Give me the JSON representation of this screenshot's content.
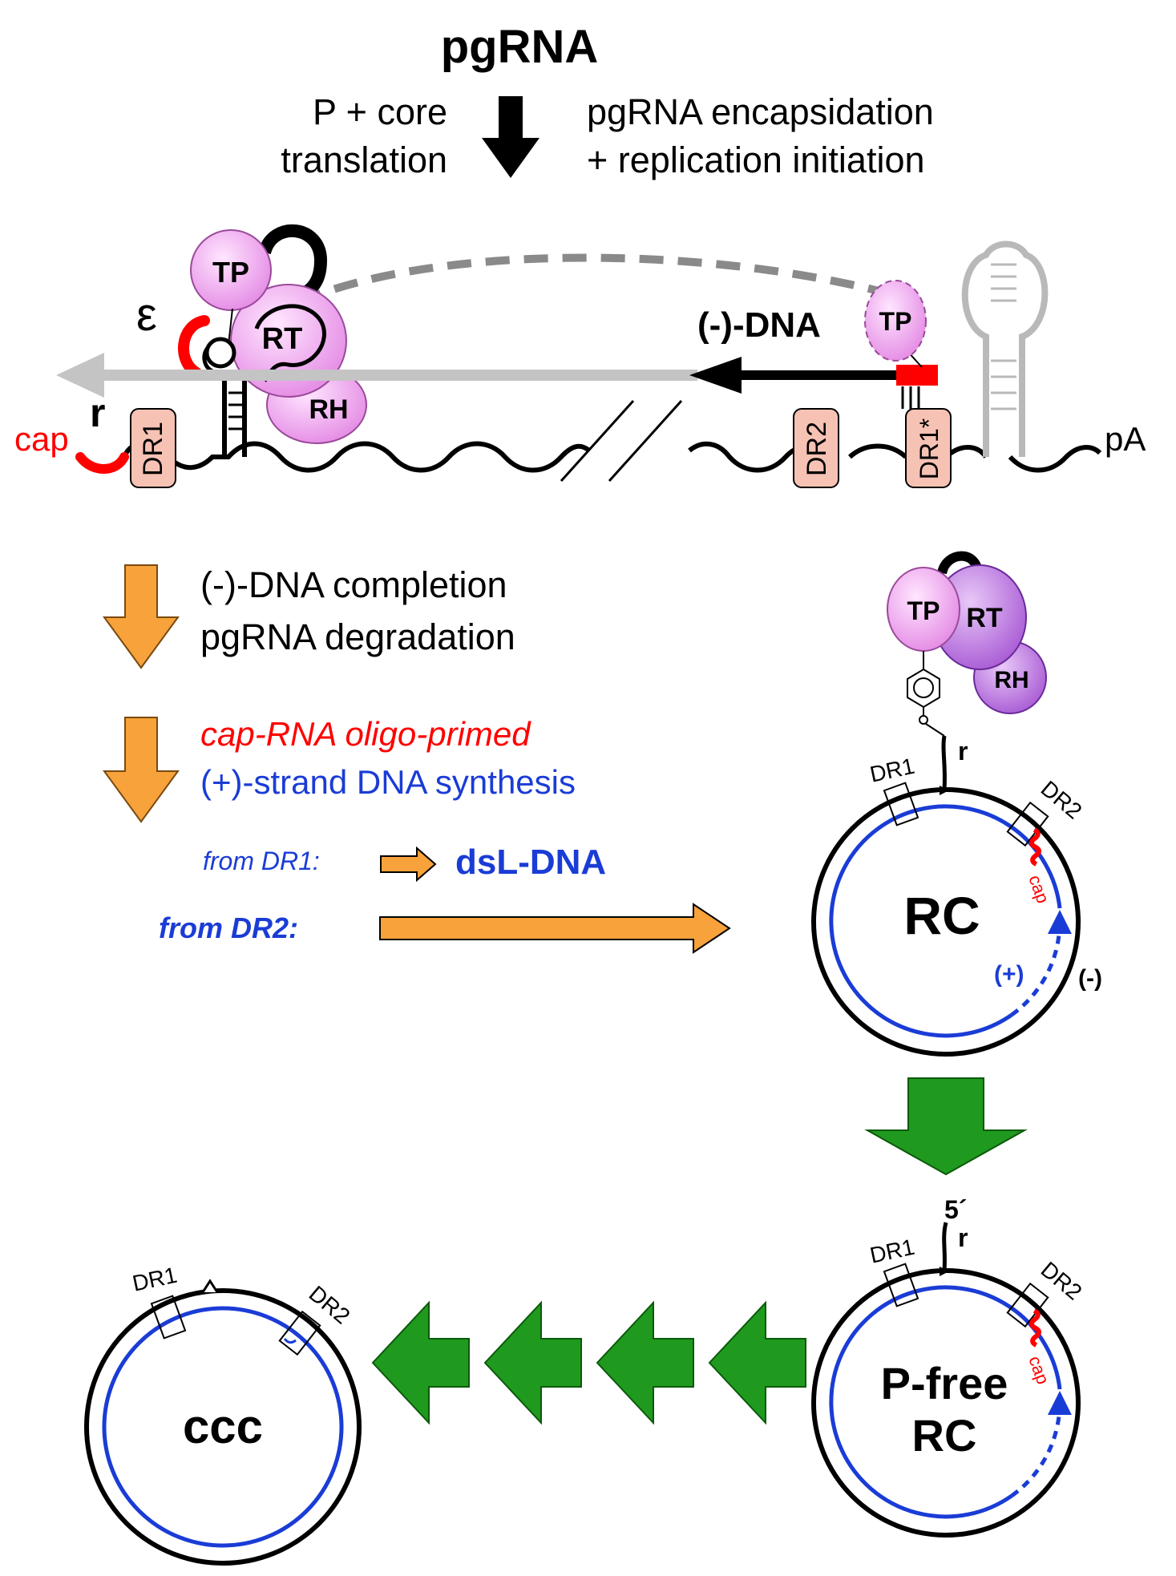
{
  "title": "pgRNA",
  "top_step": {
    "left_line1": "P + core",
    "left_line2": "translation",
    "right_line1": "pgRNA encapsidation",
    "right_line2": "+ replication initiation"
  },
  "pgrna_scheme": {
    "epsilon": "ε",
    "tp": "TP",
    "rt": "RT",
    "rh": "RH",
    "minus_dna": "(-)-DNA",
    "r": "r",
    "cap": "cap",
    "dr1": "DR1",
    "dr2": "DR2",
    "dr1_star": "DR1*",
    "pa": "pA"
  },
  "step2": {
    "line1": "(-)-DNA completion",
    "line2": "pgRNA degradation"
  },
  "step3": {
    "line1": "cap-RNA oligo-primed",
    "line2": "(+)-strand DNA synthesis",
    "from_dr1": "from DR1:",
    "dsl_dna": "dsL-DNA",
    "from_dr2": "from DR2:"
  },
  "rc_circle": {
    "tp": "TP",
    "rt": "RT",
    "rh": "RH",
    "r": "r",
    "dr1": "DR1",
    "dr2": "DR2",
    "cap": "cap",
    "label": "RC",
    "plus": "(+)",
    "minus": "(-)"
  },
  "pfree_circle": {
    "five_prime": "5´",
    "r": "r",
    "dr1": "DR1",
    "dr2": "DR2",
    "cap": "cap",
    "label_line1": "P-free",
    "label_line2": "RC"
  },
  "ccc_circle": {
    "dr1": "DR1",
    "dr2": "DR2",
    "label": "ccc"
  },
  "colors": {
    "orange": "#f7a23a",
    "green": "#1f9a1f",
    "blue": "#1a3cd6",
    "red": "#ff0000",
    "tp_pink": "#f2b0f2",
    "rt_purple": "#c07ae0",
    "dr_box": "#f6c2b4",
    "gray": "#b9b9b9"
  }
}
